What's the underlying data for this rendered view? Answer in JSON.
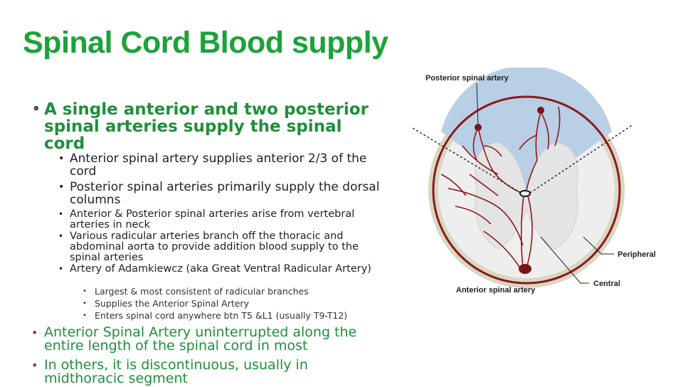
{
  "title": "Spinal Cord Blood supply",
  "bullets": {
    "b1": "A single anterior and two posterior spinal arteries supply the spinal cord",
    "b1_sub": [
      "Anterior spinal artery supplies anterior 2/3 of the cord",
      "Posterior spinal arteries primarily supply the dorsal columns"
    ],
    "b1_sub2": [
      "Anterior & Posterior spinal arteries arise from vertebral arteries in neck",
      "Various radicular arteries branch off the thoracic and abdominal aorta to provide addition blood supply to the spinal arteries",
      "Artery of Adamkiewcz (aka Great Ventral Radicular Artery)"
    ],
    "adamkiewicz_details": [
      "Largest & most consistent of radicular branches",
      "Supplies the Anterior Spinal Artery",
      "Enters spinal cord anywhere btn T5 &L1 (usually T9-T12)"
    ],
    "b2": "Anterior Spinal Artery uninterrupted along the entire length of the spinal cord in most",
    "b3": "In others, it is discontinuous, usually in midthoracic segment"
  },
  "diagram": {
    "label_posterior": "Posterior spinal artery",
    "label_peripheral": "Peripheral",
    "label_central": "Central",
    "label_anterior": "Anterior spinal artery"
  },
  "colors": {
    "title": "#1aa33a",
    "posterior_zone": "#b9cfe6",
    "gray_ring": "#d9d7c4",
    "white_matter": "#eeeeee",
    "artery": "#8b1a1a"
  }
}
